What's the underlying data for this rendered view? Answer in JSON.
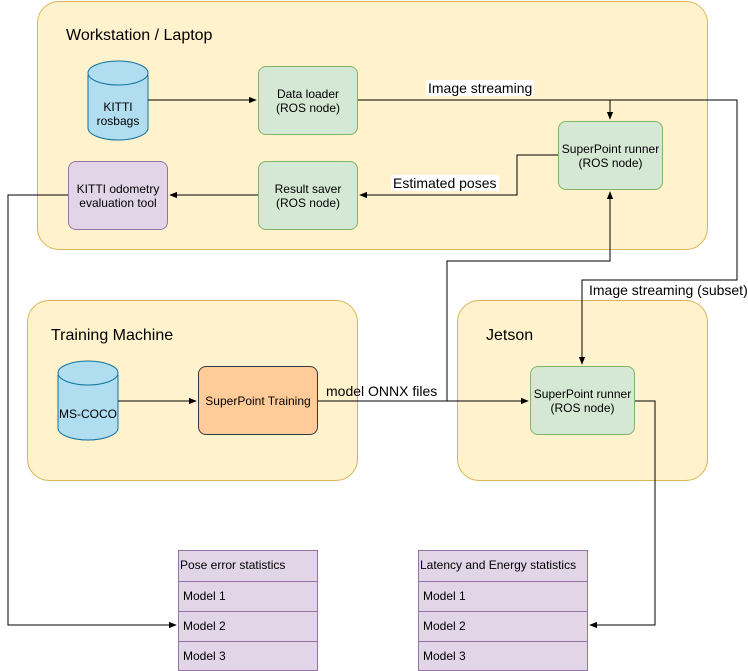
{
  "groups": {
    "workstation": "Workstation / Laptop",
    "training": "Training Machine",
    "jetson": "Jetson"
  },
  "nodes": {
    "kitti_rosbags": "KITTI\nrosbags",
    "data_loader": "Data loader\n(ROS node)",
    "sp_runner_ws": "SuperPoint runner\n(ROS node)",
    "kitti_eval": "KITTI odometry\nevaluation tool",
    "result_saver": "Result saver\n(ROS node)",
    "ms_coco": "MS-COCO",
    "sp_training": "SuperPoint Training",
    "sp_runner_jetson": "SuperPoint runner\n(ROS node)"
  },
  "edge_labels": {
    "image_streaming": "Image streaming",
    "estimated_poses": "Estimated poses",
    "image_streaming_subset": "Image streaming (subset)",
    "model_onnx": "model ONNX files"
  },
  "pose_table": {
    "title": "Pose error statistics",
    "rows": [
      "Model 1",
      "Model 2",
      "Model 3"
    ]
  },
  "latency_table": {
    "title": "Latency and Energy statistics",
    "rows": [
      "Model 1",
      "Model 2",
      "Model 3"
    ]
  },
  "colors": {
    "group_fill": "#fff2cc",
    "group_stroke": "#d6b656",
    "green_fill": "#d5e8d4",
    "purple_fill": "#e1d5e7",
    "orange_fill": "#ffcc99",
    "cylinder_fill": "#b1ddf0",
    "cylinder_stroke": "#10739e"
  }
}
